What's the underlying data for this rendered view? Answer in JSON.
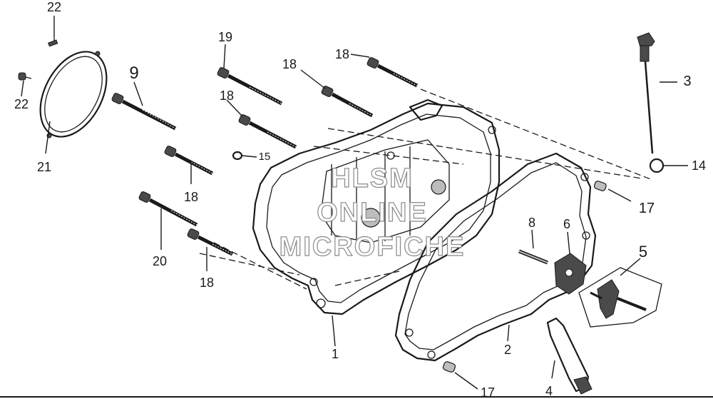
{
  "labels": {
    "p1": "1",
    "p2": "2",
    "p3": "3",
    "p4": "4",
    "p5": "5",
    "p6": "6",
    "p8": "8",
    "p9": "9",
    "p14": "14",
    "p15": "15",
    "p17a": "17",
    "p17b": "17",
    "p18a": "18",
    "p18b": "18",
    "p18c": "18",
    "p18d": "18",
    "p18e": "18",
    "p19": "19",
    "p20": "20",
    "p21": "21",
    "p22a": "22",
    "p22b": "22"
  },
  "watermark": {
    "line1": "HLSM",
    "line2": "ONLINE",
    "line3": "MICROFICHE"
  }
}
